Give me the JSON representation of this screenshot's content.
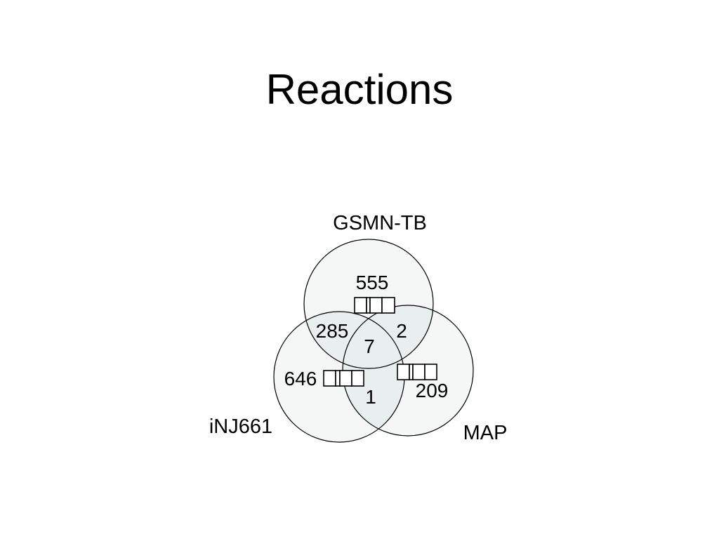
{
  "slide": {
    "title": "Reactions"
  },
  "venn": {
    "sets": [
      {
        "id": "gsmn",
        "label": "GSMN-TB"
      },
      {
        "id": "inj",
        "label": "iNJ661"
      },
      {
        "id": "map",
        "label": "MAP"
      }
    ],
    "regions": {
      "gsmn_only": "555",
      "gsmn_inj": "285",
      "gsmn_map": "2",
      "all_three": "7",
      "inj_only": "646",
      "inj_map": "1",
      "map_only": "209"
    },
    "colors": {
      "circle_stroke": "#000000",
      "circle_fill": "#f5f7f7",
      "overlap_fill": "#e9eeee"
    }
  }
}
